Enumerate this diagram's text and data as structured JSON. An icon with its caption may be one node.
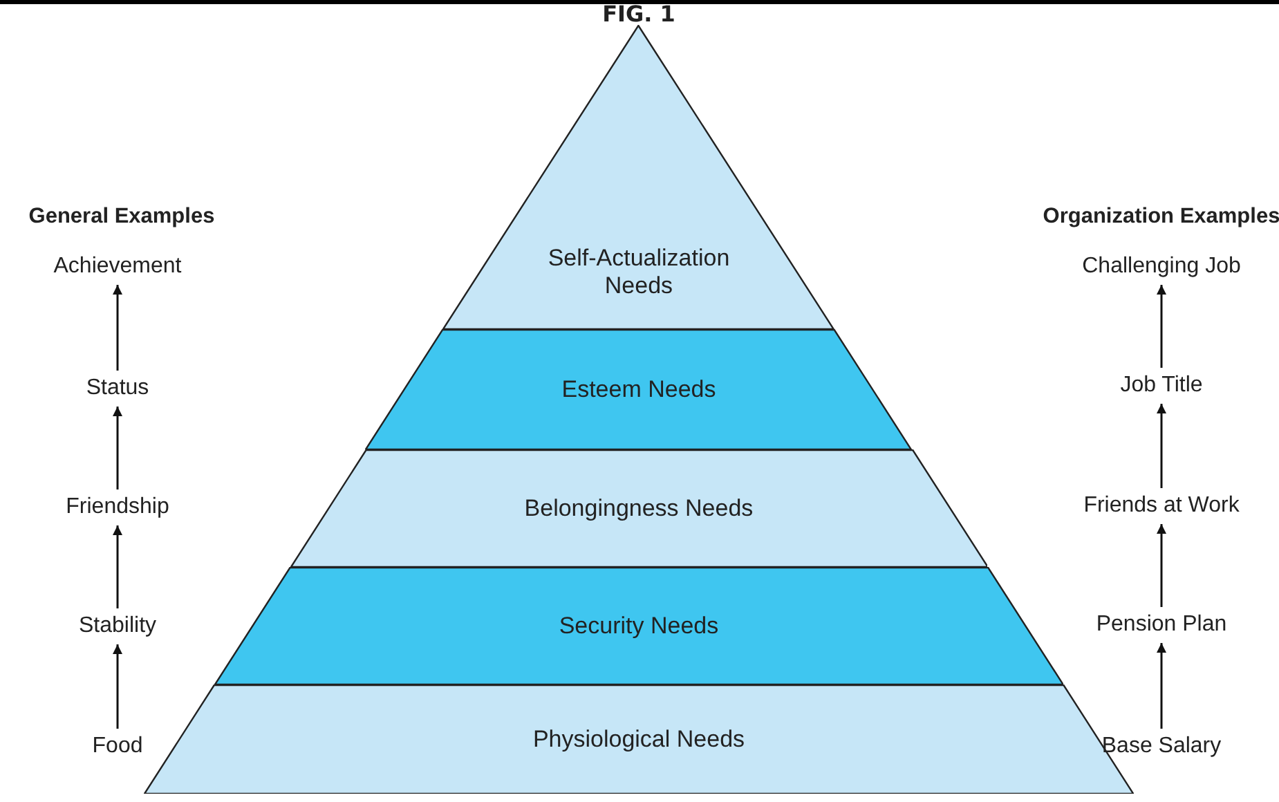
{
  "diagram": {
    "title": "FIG. 1",
    "nodes": [
      {
        "text": [
          "Self-Actualization Needs"
        ]
      },
      {
        "text": [
          "Esteem Needs"
        ]
      },
      {
        "text": [
          "Belongingness Needs"
        ]
      },
      {
        "text": [
          "Security Needs"
        ]
      },
      {
        "text": [
          "Physiological Needs"
        ]
      },
      {
        "text": [
          "Achievement"
        ]
      },
      {
        "text": [
          "Status"
        ]
      },
      {
        "text": [
          "Friendship"
        ]
      },
      {
        "text": [
          "Stability"
        ]
      },
      {
        "text": [
          "Food"
        ]
      },
      {
        "text": [
          "Challenging Job"
        ]
      },
      {
        "text": [
          "Job Title"
        ]
      },
      {
        "text": [
          "Friends at Work"
        ]
      },
      {
        "text": [
          "Pension Plan"
        ]
      },
      {
        "text": [
          "Base Salary"
        ]
      }
    ],
    "edges": [
      {
        "from": 9,
        "to": 8,
        "arrow": "to"
      },
      {
        "from": 8,
        "to": 7,
        "arrow": "to"
      },
      {
        "from": 7,
        "to": 6,
        "arrow": "to"
      },
      {
        "from": 6,
        "to": 5,
        "arrow": "to"
      },
      {
        "from": 14,
        "to": 13,
        "arrow": "to"
      },
      {
        "from": 13,
        "to": 12,
        "arrow": "to"
      },
      {
        "from": 12,
        "to": 11,
        "arrow": "to"
      },
      {
        "from": 11,
        "to": 10,
        "arrow": "to"
      }
    ],
    "labels": [
      "General Examples",
      "Organization Examples"
    ]
  }
}
